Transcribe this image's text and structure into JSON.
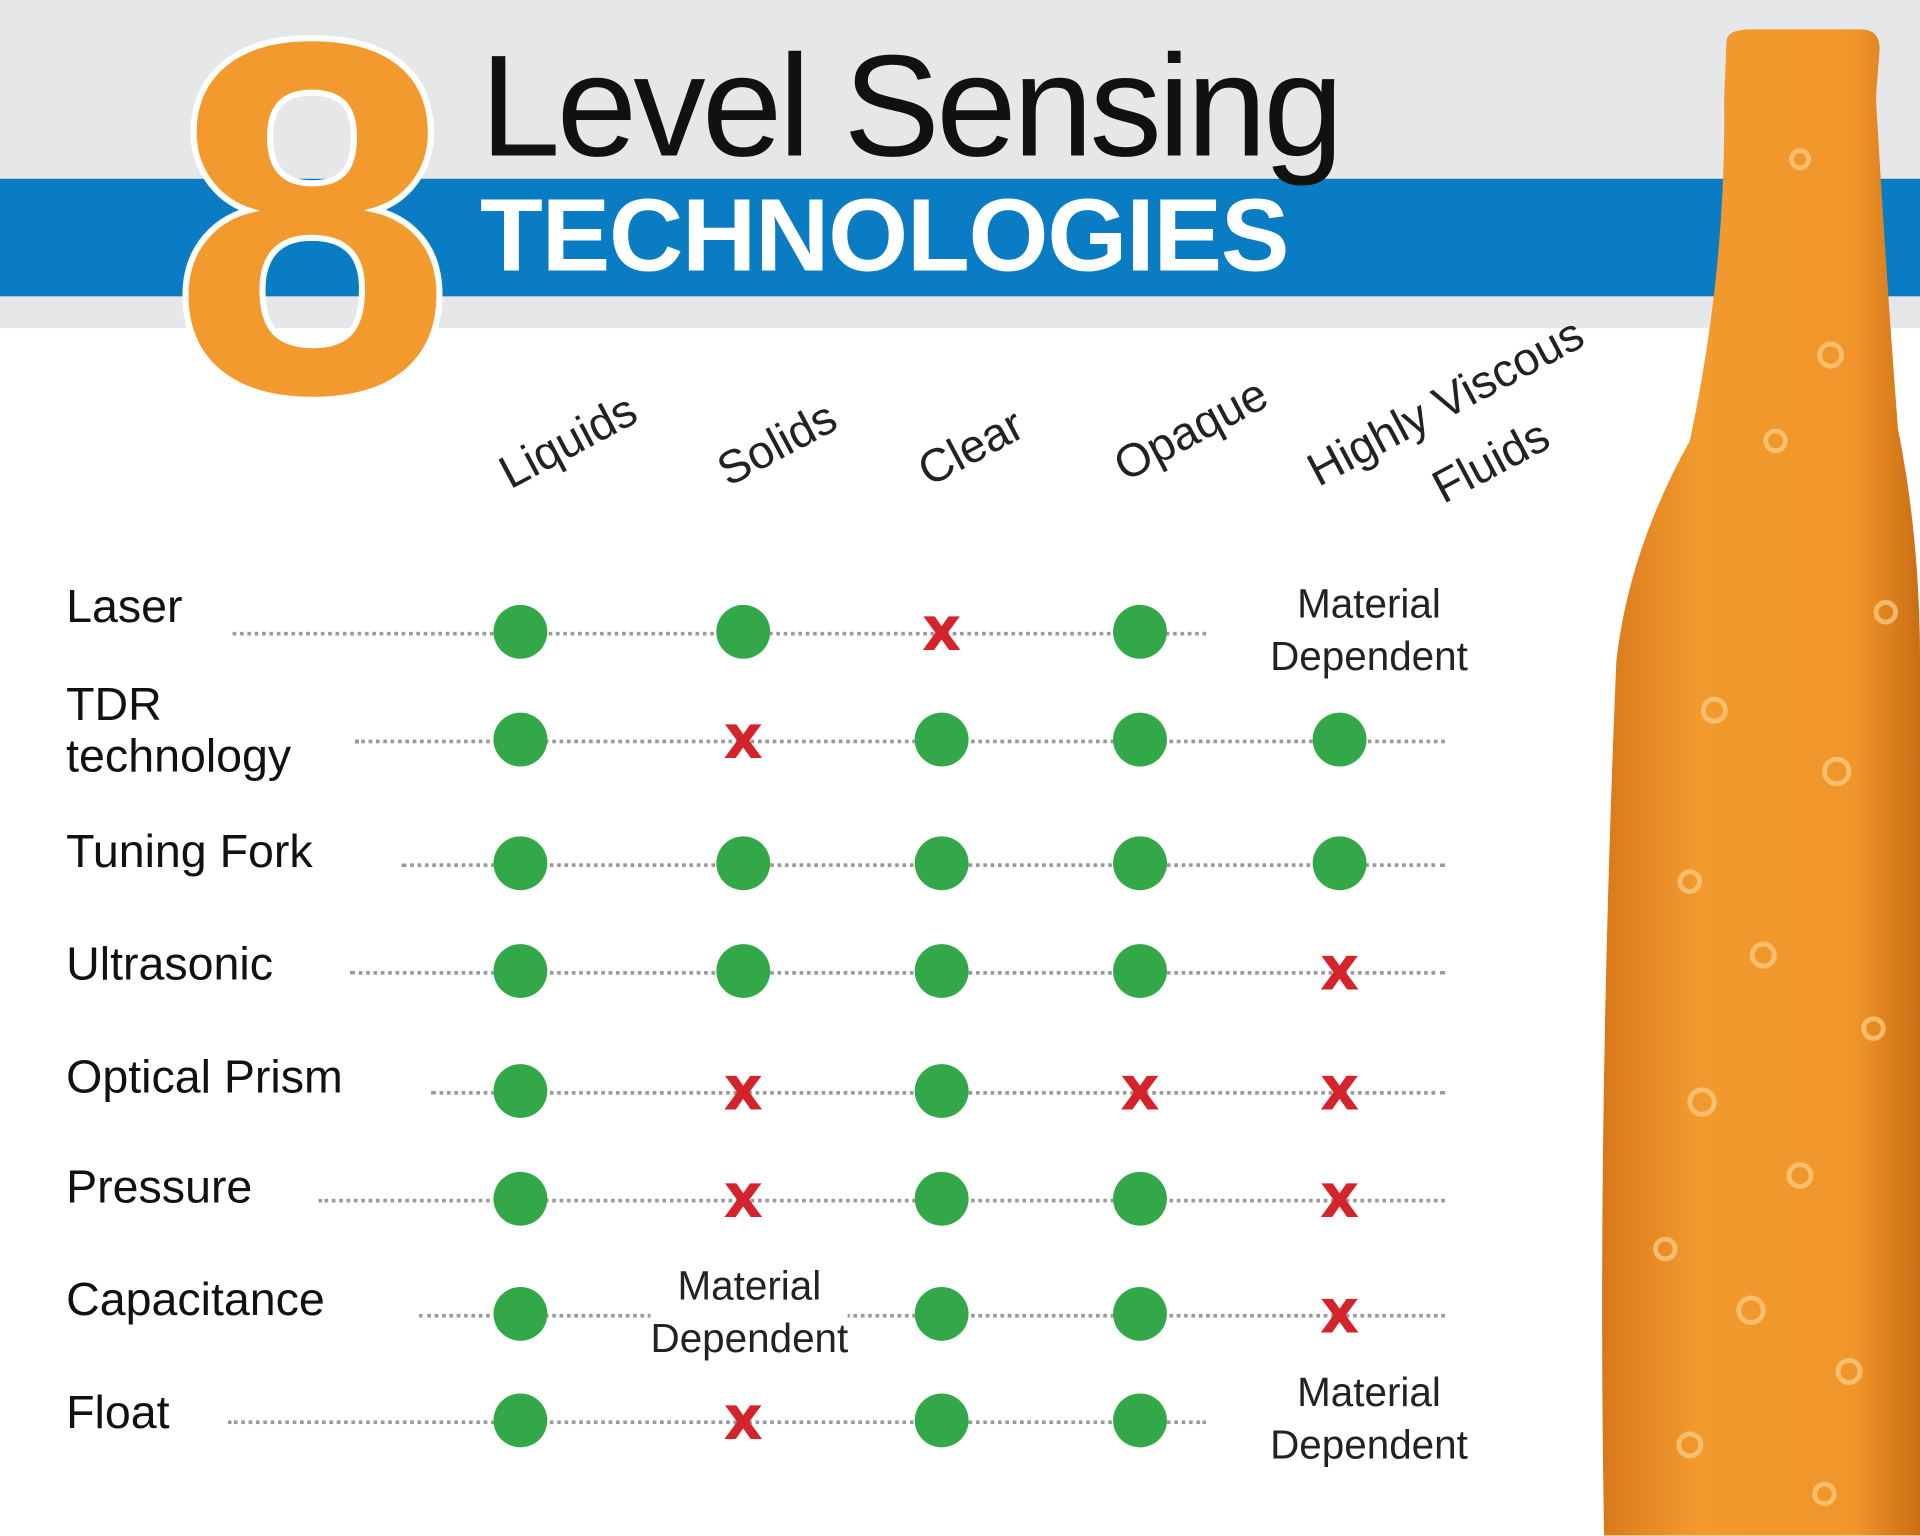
{
  "header": {
    "number": "8",
    "title_line1": "Level Sensing",
    "title_line2": "TECHNOLOGIES"
  },
  "columns": [
    "Liquids",
    "Solids",
    "Clear",
    "Opaque",
    "Highly Viscous",
    "Fluids"
  ],
  "material_dependent_label": [
    "Material",
    "Dependent"
  ],
  "rows": [
    {
      "label": "Laser",
      "values": [
        "yes",
        "yes",
        "no",
        "yes",
        "md"
      ]
    },
    {
      "label": "TDR technology",
      "values": [
        "yes",
        "no",
        "yes",
        "yes",
        "yes"
      ]
    },
    {
      "label": "Tuning Fork",
      "values": [
        "yes",
        "yes",
        "yes",
        "yes",
        "yes"
      ]
    },
    {
      "label": "Ultrasonic",
      "values": [
        "yes",
        "yes",
        "yes",
        "yes",
        "no"
      ]
    },
    {
      "label": "Optical Prism",
      "values": [
        "yes",
        "no",
        "yes",
        "no",
        "no"
      ]
    },
    {
      "label": "Pressure",
      "values": [
        "yes",
        "no",
        "yes",
        "yes",
        "no"
      ]
    },
    {
      "label": "Capacitance",
      "values": [
        "yes",
        "md",
        "yes",
        "yes",
        "no"
      ]
    },
    {
      "label": "Float",
      "values": [
        "yes",
        "no",
        "yes",
        "yes",
        "md"
      ]
    }
  ],
  "colors": {
    "orange": "#f29a2e",
    "blue": "#0a7cc4",
    "green": "#33a849",
    "red": "#d4232a"
  }
}
